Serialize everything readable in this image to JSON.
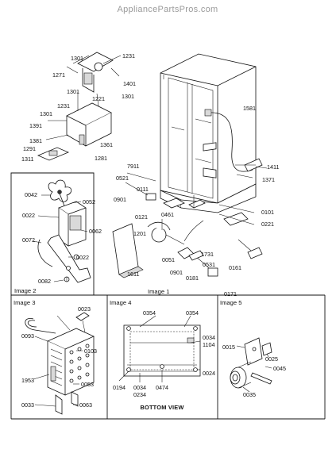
{
  "watermark": "AppliancePartsPros.com",
  "panel_titles": {
    "image1": "Image 1",
    "image2": "Image 2",
    "image3": "Image 3",
    "image4": "Image 4",
    "image5": "Image 5"
  },
  "bottom_view": "BOTTOM VIEW",
  "labels": {
    "p1301a": "1301",
    "p1231a": "1231",
    "p1271": "1271",
    "p1401": "1401",
    "p1301b": "1301",
    "p1221": "1221",
    "p1301c": "1301",
    "p1301d": "1301",
    "p1231b": "1231",
    "p1391": "1391",
    "p1381": "1381",
    "p1361": "1361",
    "p1291": "1291",
    "p1281": "1281",
    "p1311": "1311",
    "p1581": "1581",
    "p7911": "7911",
    "p0521": "0521",
    "p0111": "0111",
    "p1411": "1411",
    "p1371": "1371",
    "p0901a": "0901",
    "p0121": "0121",
    "p0461": "0461",
    "p0101": "0101",
    "p0221": "0221",
    "p1201": "1201",
    "p1731": "1731",
    "p0051": "0051",
    "p0531": "0531",
    "p0901b": "0901",
    "p0161": "0161",
    "p1611": "1611",
    "p0181": "0181",
    "p0171": "0171",
    "p0042": "0042",
    "p0052": "0052",
    "p0022a": "0022",
    "p0062": "0062",
    "p0072": "0072",
    "p0022b": "0022",
    "p0082": "0082",
    "p0023": "0023",
    "p0093": "0093",
    "p0103": "0103",
    "p1953": "1953",
    "p0053": "0053",
    "p0033": "0033",
    "p0063": "0063",
    "p0354a": "0354",
    "p0354b": "0354",
    "p0034a": "0034",
    "p1104": "1104",
    "p0024": "0024",
    "p0194": "0194",
    "p0034b": "0034",
    "p0234": "0234",
    "p0474": "0474",
    "p0015": "0015",
    "p0025": "0025",
    "p0045": "0045",
    "p0035": "0035"
  }
}
